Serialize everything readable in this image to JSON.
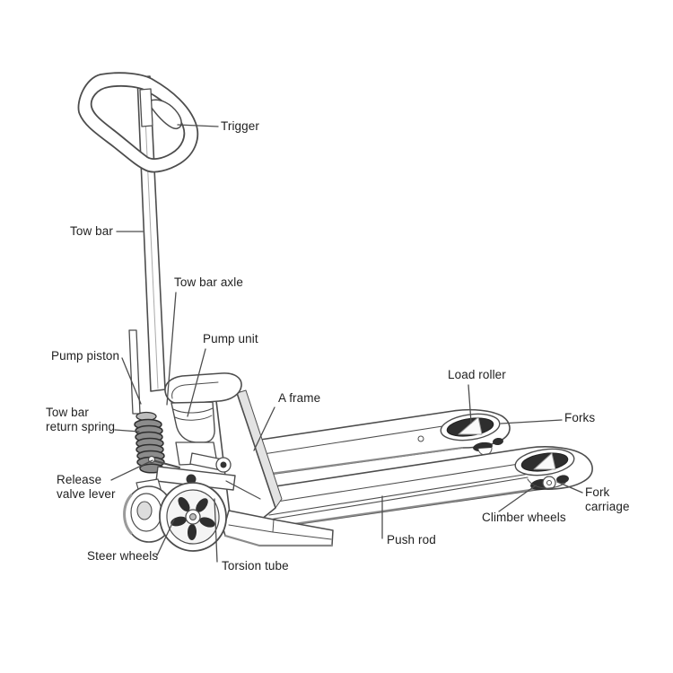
{
  "page": {
    "background": "#ffffff",
    "subject": "Hand pallet truck parts diagram"
  },
  "diagram": {
    "colors": {
      "line": "#4d4d4d",
      "dark_fill": "#2e2e2e",
      "shade": "#e3e3e3",
      "text": "#1f1f1f"
    },
    "labels": [
      {
        "id": "trigger",
        "text": "Trigger"
      },
      {
        "id": "tow-bar",
        "text": "Tow bar"
      },
      {
        "id": "tow-bar-axle",
        "text": "Tow bar axle"
      },
      {
        "id": "pump-unit",
        "text": "Pump unit"
      },
      {
        "id": "pump-piston",
        "text": "Pump piston"
      },
      {
        "id": "tow-bar-return-spring",
        "text": "Tow bar\nreturn spring"
      },
      {
        "id": "release-valve-lever",
        "text": "Release\nvalve lever"
      },
      {
        "id": "steer-wheels",
        "text": "Steer wheels"
      },
      {
        "id": "torsion-tube",
        "text": "Torsion tube"
      },
      {
        "id": "push-rod",
        "text": "Push rod"
      },
      {
        "id": "a-frame",
        "text": "A frame"
      },
      {
        "id": "load-roller",
        "text": "Load roller"
      },
      {
        "id": "forks",
        "text": "Forks"
      },
      {
        "id": "fork-carriage",
        "text": "Fork\ncarriage"
      },
      {
        "id": "climber-wheels",
        "text": "Climber wheels"
      }
    ]
  }
}
